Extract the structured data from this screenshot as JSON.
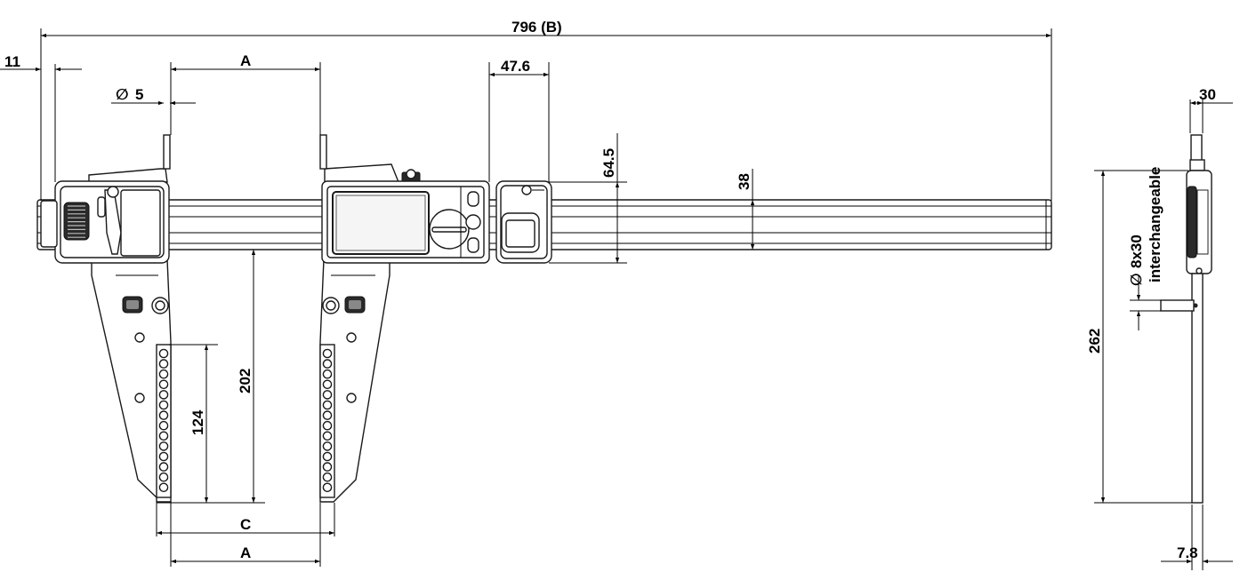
{
  "dimensions": {
    "total_length": "796 (B)",
    "left_offset": "11",
    "jaw_spacing_top": "A",
    "pin_diameter": "5",
    "slider_width": "47.6",
    "slider_height": "64.5",
    "beam_height": "38",
    "jaw_depth": "202",
    "hole_row_depth": "124",
    "jaw_spacing_c": "C",
    "jaw_spacing_bottom": "A",
    "side_width": "30",
    "side_height": "262",
    "side_thickness": "7.8",
    "tip_spec": "8x30",
    "tip_note": "interchangeable"
  },
  "symbols": {
    "diameter": "∅"
  }
}
